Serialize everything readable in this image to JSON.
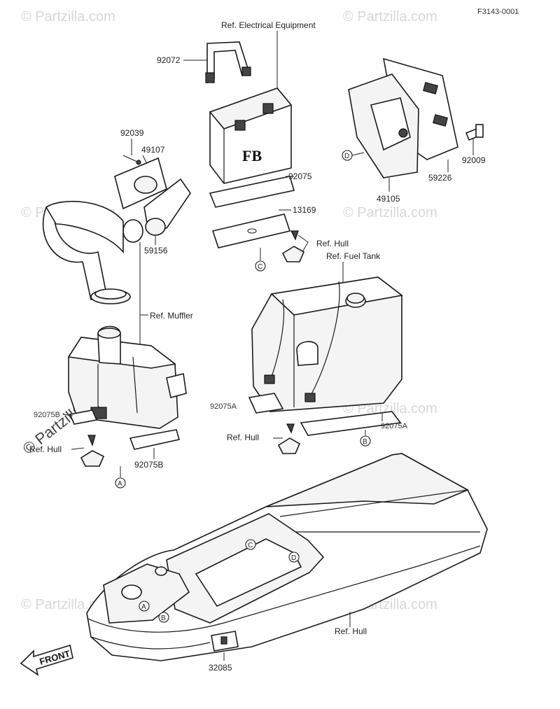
{
  "figure_code": "F3143-0001",
  "watermark": "© Partzilla.com",
  "labels": {
    "ref_electrical": "Ref. Electrical Equipment",
    "p92072": "92072",
    "p92039": "92039",
    "p49107": "49107",
    "p59156": "59156",
    "p92075": "92075",
    "p13169": "13169",
    "ref_hull_1": "Ref. Hull",
    "ref_fuel_tank": "Ref. Fuel Tank",
    "p92009": "92009",
    "p59226": "59226",
    "p49105": "49105",
    "ref_muffler": "Ref. Muffler",
    "p92075B_1": "92075B",
    "ref_hull_2": "Ref. Hull",
    "p92075B_2": "92075B",
    "p92075A_1": "92075A",
    "p92075A_2": "92075A",
    "ref_hull_3": "Ref. Hull",
    "ref_hull_4": "Ref. Hull",
    "p32085": "32085",
    "front": "FRONT",
    "battery_mark": "FB"
  },
  "refs": {
    "A": "A",
    "B": "B",
    "C": "C",
    "D": "D"
  }
}
